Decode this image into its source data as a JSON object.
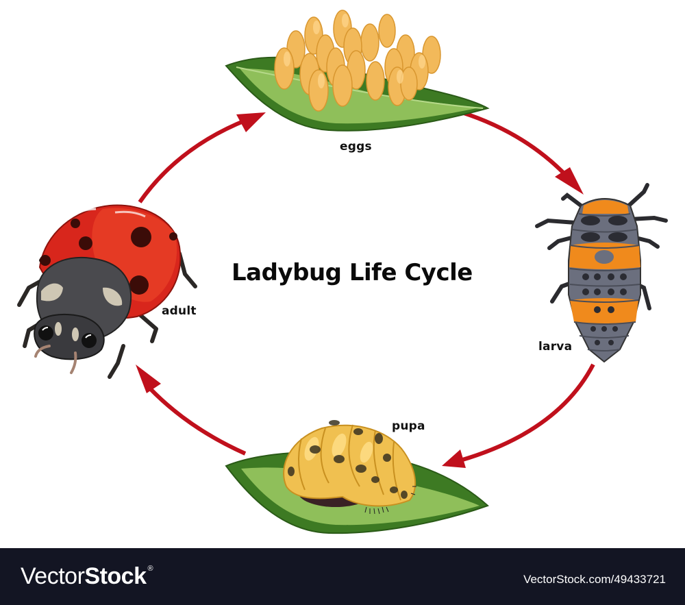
{
  "diagram": {
    "title": "Ladybug Life Cycle",
    "stages": [
      {
        "id": "eggs",
        "label": "eggs"
      },
      {
        "id": "larva",
        "label": "larva"
      },
      {
        "id": "pupa",
        "label": "pupa"
      },
      {
        "id": "adult",
        "label": "adult"
      }
    ],
    "cycle_order": [
      "eggs",
      "larva",
      "pupa",
      "adult"
    ],
    "arrows": [
      {
        "from": "adult",
        "to": "eggs"
      },
      {
        "from": "eggs",
        "to": "larva"
      },
      {
        "from": "larva",
        "to": "pupa"
      },
      {
        "from": "pupa",
        "to": "adult"
      }
    ],
    "colors": {
      "arrow": "#c0101c",
      "leaf_dark": "#3d7a23",
      "leaf_light": "#8fbf5a",
      "egg": "#f2b95a",
      "ladybug_red": "#d8261c",
      "larva_orange": "#f08a1c",
      "larva_gray": "#6b6f7e",
      "pupa_yellow": "#f0c050"
    }
  },
  "footer": {
    "brand_light": "Vector",
    "brand_bold": "Stock",
    "brand_mark": "®",
    "stock_id": "VectorStock.com/49433721",
    "background": "#131523"
  }
}
